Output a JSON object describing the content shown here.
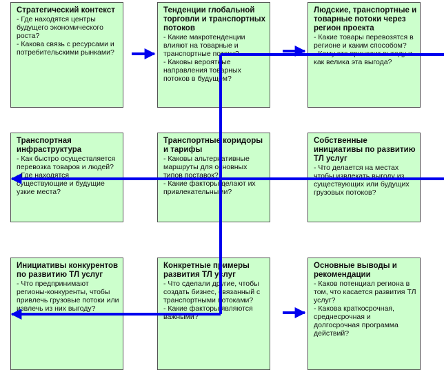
{
  "colors": {
    "box_fill": "#ccffcc",
    "box_border": "#555555",
    "arrow": "#0000ee"
  },
  "boxes": [
    {
      "title": "Стратегический контекст",
      "questions": [
        "- Где находятся центры будущего экономического роста?",
        "- Какова связь с ресурсами и потребительскими рынками?"
      ]
    },
    {
      "title": "Тенденции глобальной торговли и транспортных потоков",
      "questions": [
        "- Какие макротенденции влияют на товарные и транспортные потоки?",
        "- Каковы вероятные направления товарных потоков в будущем?"
      ]
    },
    {
      "title": "Людские, транспортные и товарные потоки через регион проекта",
      "questions": [
        "- Какие товары перевозятся в регионе и каким способом?",
        "- Кому это приносит выгоду и как велика эта выгода?"
      ]
    },
    {
      "title": "Транспортная инфраструктура",
      "questions": [
        "- Как быстро осуществляется перевозка товаров и людей?",
        "- Где находятся существующие и будущие узкие места?"
      ]
    },
    {
      "title": "Транспортные коридоры и тарифы",
      "questions": [
        "- Каковы альтернативные маршруты для основных типов поставок?",
        "- Какие факторы делают их привлекательными?"
      ]
    },
    {
      "title": "Собственные инициативы по развитию ТЛ услуг",
      "questions": [
        "- Что делается на местах чтобы извлекать выгоду из существующих или будущих грузовых потоков?"
      ]
    },
    {
      "title": "Инициативы конкурентов по развитию ТЛ услуг",
      "questions": [
        "- Что предпринимают регионы-конкуренты, чтобы привлечь грузовые потоки или извлечь из них выгоду?"
      ]
    },
    {
      "title": "Конкретные примеры развития ТЛ услуг",
      "questions": [
        "- Что сделали другие, чтобы создать бизнес, связанный с транспортными потоками?",
        "- Какие факторы являются важными?"
      ]
    },
    {
      "title": "Основные выводы и рекомендации",
      "questions": [
        "- Каков потенциал региона в том, что касается развития ТЛ услуг?",
        "- Какова краткосрочная, среднесрочная и долгосрочная программа действий?"
      ]
    }
  ]
}
